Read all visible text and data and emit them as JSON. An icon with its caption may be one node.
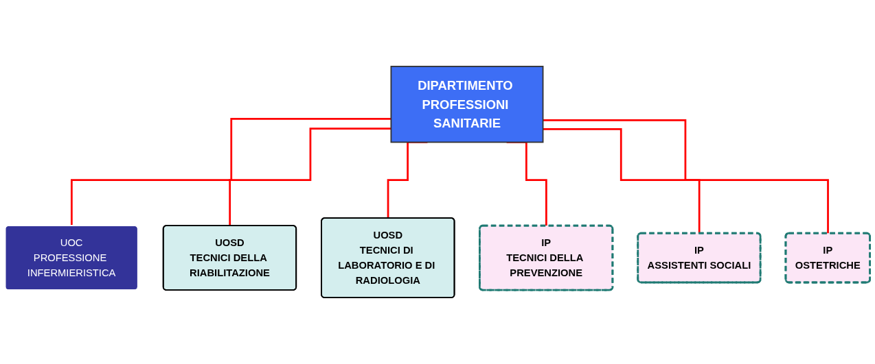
{
  "diagram": {
    "nodes": [
      {
        "text": [
          "DIPARTIMENTO PROFESSIONI SANITARIE"
        ]
      },
      {
        "text": [
          "UOC",
          "PROFESSIONE INFERMIERISTICA"
        ]
      },
      {
        "text": [
          "UOSD",
          "TECNICI DELLA RIABILITAZIONE"
        ]
      },
      {
        "text": [
          "UOSD",
          "TECNICI DI LABORATORIO E DI RADIOLOGIA"
        ]
      },
      {
        "text": [
          "IP",
          "TECNICI DELLA PREVENZIONE"
        ]
      },
      {
        "text": [
          "IP",
          "ASSISTENTI SOCIALI"
        ]
      },
      {
        "text": [
          "IP",
          "OSTETRICHE"
        ]
      }
    ],
    "edges": [
      {
        "from": 0,
        "to": 1,
        "arrow": "none"
      },
      {
        "from": 0,
        "to": 2,
        "arrow": "none"
      },
      {
        "from": 0,
        "to": 3,
        "arrow": "none"
      },
      {
        "from": 0,
        "to": 4,
        "arrow": "none"
      },
      {
        "from": 0,
        "to": 5,
        "arrow": "none"
      },
      {
        "from": 0,
        "to": 6,
        "arrow": "none"
      }
    ]
  }
}
